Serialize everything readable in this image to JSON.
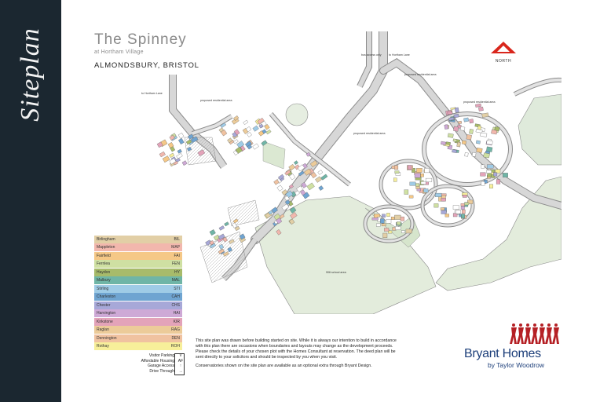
{
  "sidebar": {
    "title": "Siteplan"
  },
  "header": {
    "development": "The Spinney",
    "subtitle": "at Hortham Village",
    "location": "ALMONDSBURY, BRISTOL"
  },
  "north": {
    "label": "NORTH",
    "color": "#d9261c"
  },
  "map_labels": {
    "bus_access": "bus access only",
    "to_hortham_lane_top": "to Hortham Lane",
    "to_hortham_lane_left": "to Hortham Lane",
    "proposed_1": "proposed residential area",
    "proposed_2": "proposed residential area",
    "proposed_3": "proposed residential area",
    "proposed_4": "proposed residential area",
    "school": "906 school area"
  },
  "legend": [
    {
      "name": "Birlingham",
      "code": "BIL",
      "color": "#e2cfa6"
    },
    {
      "name": "Mappleton",
      "code": "MAP",
      "color": "#f2b7ad"
    },
    {
      "name": "Fairfield",
      "code": "FAI",
      "color": "#f5c887"
    },
    {
      "name": "Fernlea",
      "code": "FEN",
      "color": "#cfe0a2"
    },
    {
      "name": "Haydon",
      "code": "HY",
      "color": "#a7bb6a"
    },
    {
      "name": "Malbury",
      "code": "MAL",
      "color": "#6fb5a6"
    },
    {
      "name": "Stirling",
      "code": "STI",
      "color": "#9fcbe6"
    },
    {
      "name": "Charleston",
      "code": "CAH",
      "color": "#6fa4d1"
    },
    {
      "name": "Chester",
      "code": "CHS",
      "color": "#a7a8d8"
    },
    {
      "name": "Harvington",
      "code": "HAI",
      "color": "#cea9d6"
    },
    {
      "name": "Kirkstone",
      "code": "KIR",
      "color": "#e3a3b9"
    },
    {
      "name": "Raglan",
      "code": "RAG",
      "color": "#eccb99"
    },
    {
      "name": "Dennington",
      "code": "DEN",
      "color": "#f0c2a0"
    },
    {
      "name": "Rothay",
      "code": "ROH",
      "color": "#f7ef9a"
    }
  ],
  "key": [
    {
      "label": "Visitor Parking",
      "symbol": "V"
    },
    {
      "label": "Affordable Housing",
      "symbol": "AF"
    },
    {
      "label": "Garage Access",
      "symbol": "↑"
    },
    {
      "label": "Drive Through",
      "symbol": "→"
    }
  ],
  "disclaimer": [
    "This site plan was drawn before building started on site. While it is always our intention to build in accordance with this plan there are occasions when boundaries and layouts may change as the development proceeds. Please check the details of your chosen plot with the Homes Consultant at reservation. The deed plan will be sent directly to your solicitors and should be inspected by you when you visit.",
    "Conservatories shown on the site plan are available as an optional extra through Bryant Design."
  ],
  "brand": {
    "name": "Bryant Homes",
    "tagline": "by Taylor Woodrow",
    "primary": "#1d3f7a",
    "accent": "#b52025"
  }
}
